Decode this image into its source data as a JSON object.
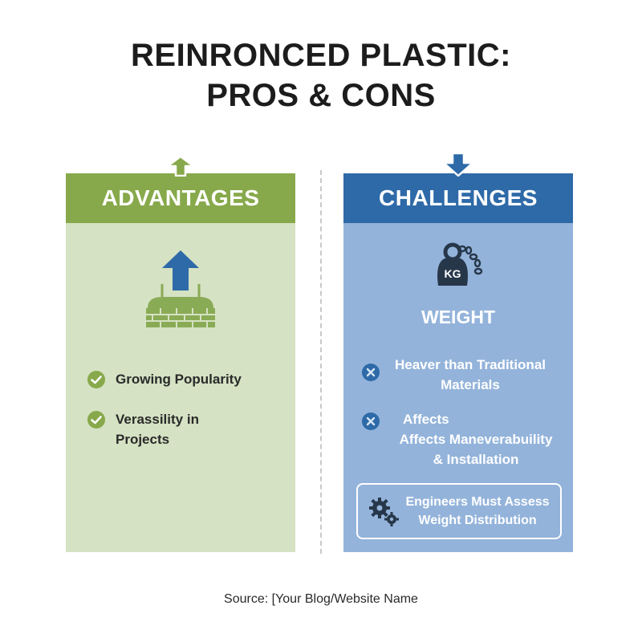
{
  "title": {
    "line1": "REINRONCED PLASTIC:",
    "line2": "PROS & CONS"
  },
  "advantages": {
    "header": "ADVANTAGES",
    "items": [
      {
        "text": "Growing Popularity",
        "icon": "check-circle-icon"
      },
      {
        "text": "Verassility in Projects",
        "icon": "check-circle-icon"
      }
    ],
    "icons": [
      "up-arrow-icon",
      "brick-platform-icon"
    ],
    "colors": {
      "header": "#87a94b",
      "panel": "#d5e2c3"
    }
  },
  "challenges": {
    "header": "CHALLENGES",
    "weight_badge": "KG",
    "weight_title": "WEIGHT",
    "items": [
      {
        "text": "Heaver than Traditional Materials",
        "icon": "x-circle-icon"
      },
      {
        "line1": "Affects",
        "line2": "Affects Maneverabuility",
        "line3": "& Installation",
        "icon": "x-circle-icon"
      }
    ],
    "note": "Engineers Must Assess Weight Distribution",
    "icons": [
      "down-arrow-icon",
      "kettlebell-weight-icon",
      "gears-icon"
    ],
    "colors": {
      "header": "#2e6aa8",
      "panel": "#93b3da"
    }
  },
  "source": "Source: [Your Blog/Website Name"
}
